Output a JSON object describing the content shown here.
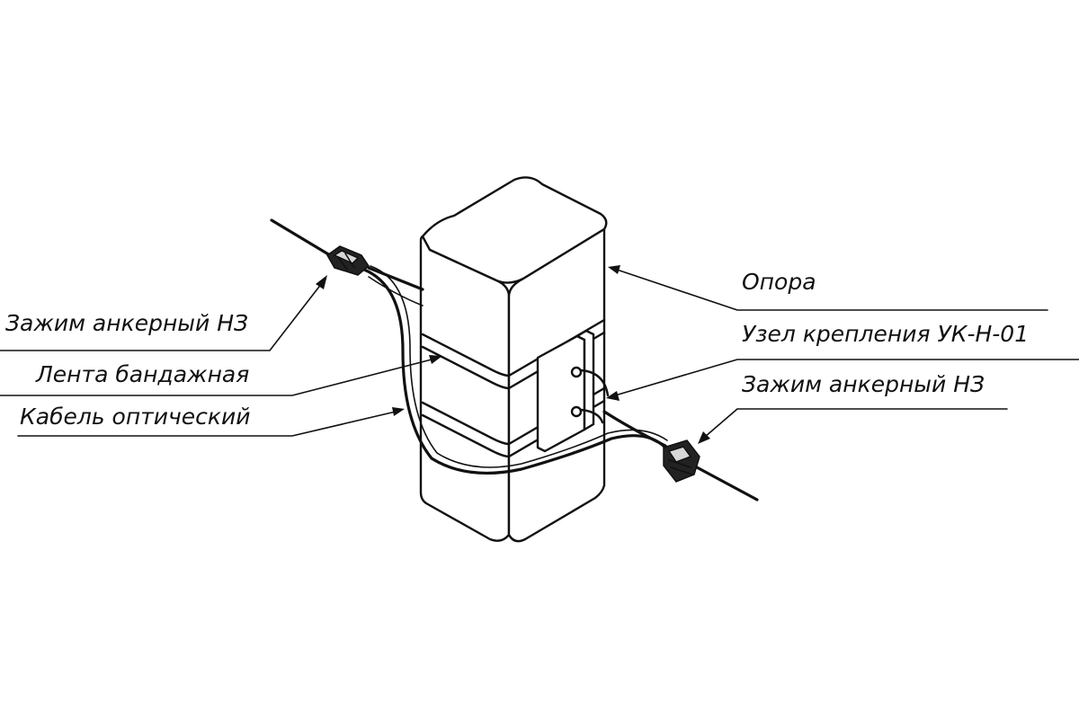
{
  "labels": {
    "clamp_left": "Зажим анкерный НЗ",
    "band": "Лента бандажная",
    "cable": "Кабель оптический",
    "pole": "Опора",
    "mount": "Узел крепления УК-Н-01",
    "clamp_right": "Зажим анкерный НЗ"
  }
}
